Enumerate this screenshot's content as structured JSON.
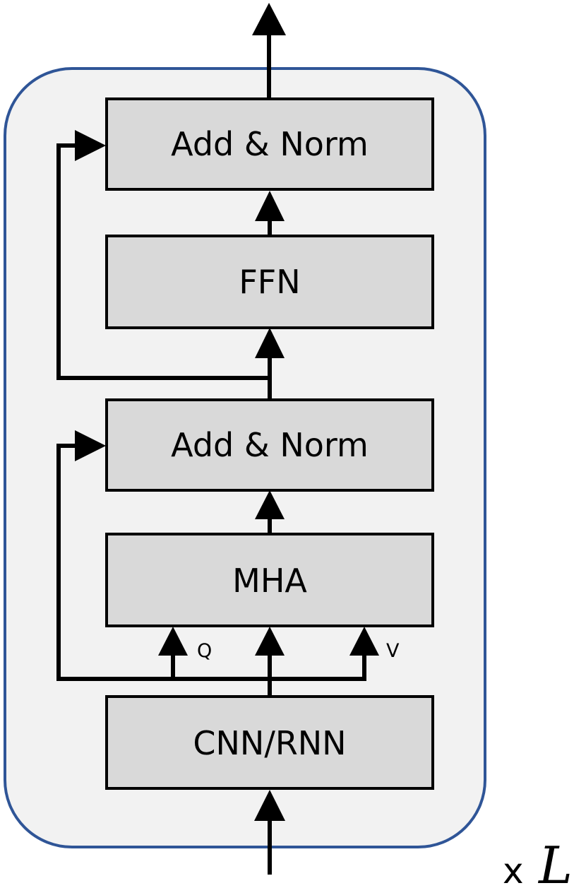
{
  "layer": {
    "blocks": {
      "add_norm_top": "Add & Norm",
      "ffn": "FFN",
      "add_norm_bottom": "Add & Norm",
      "mha": "MHA",
      "cnn_rnn": "CNN/RNN"
    },
    "ports": {
      "query": "Q",
      "value": "V"
    },
    "repeat": {
      "prefix": "x",
      "symbol": "L"
    }
  },
  "colors": {
    "container_fill": "#f2f2f2",
    "container_border": "#2f5597",
    "block_fill": "#d9d9d9",
    "block_border": "#000000",
    "arrow": "#000000"
  }
}
